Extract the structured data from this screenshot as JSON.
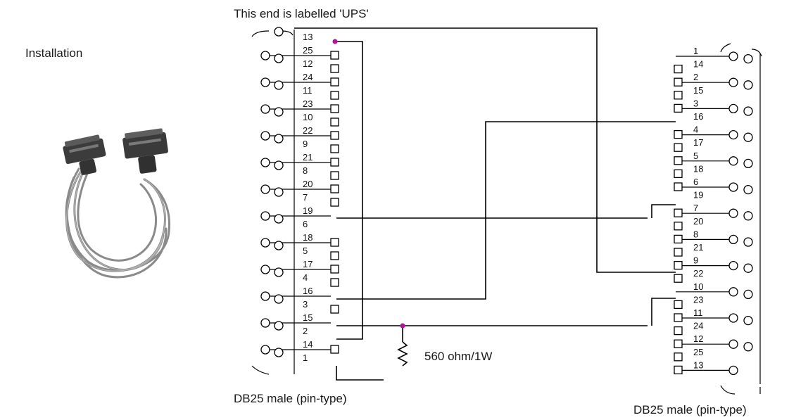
{
  "labels": {
    "installation": "Installation",
    "ups_end": "This end is labelled 'UPS'",
    "left_connector": "DB25 male (pin-type)",
    "right_connector": "DB25 male (pin-type)",
    "resistor": "560 ohm/1W"
  },
  "left_pins": [
    "13",
    "25",
    "12",
    "24",
    "11",
    "23",
    "10",
    "22",
    "9",
    "21",
    "8",
    "20",
    "7",
    "19",
    "6",
    "18",
    "5",
    "17",
    "4",
    "16",
    "3",
    "15",
    "2",
    "14",
    "1"
  ],
  "right_pins": [
    "1",
    "14",
    "2",
    "15",
    "3",
    "16",
    "4",
    "17",
    "5",
    "18",
    "6",
    "19",
    "7",
    "20",
    "8",
    "21",
    "9",
    "22",
    "10",
    "23",
    "11",
    "24",
    "12",
    "25",
    "13"
  ],
  "colors": {
    "junction": "#b0169a",
    "line": "#000000"
  }
}
